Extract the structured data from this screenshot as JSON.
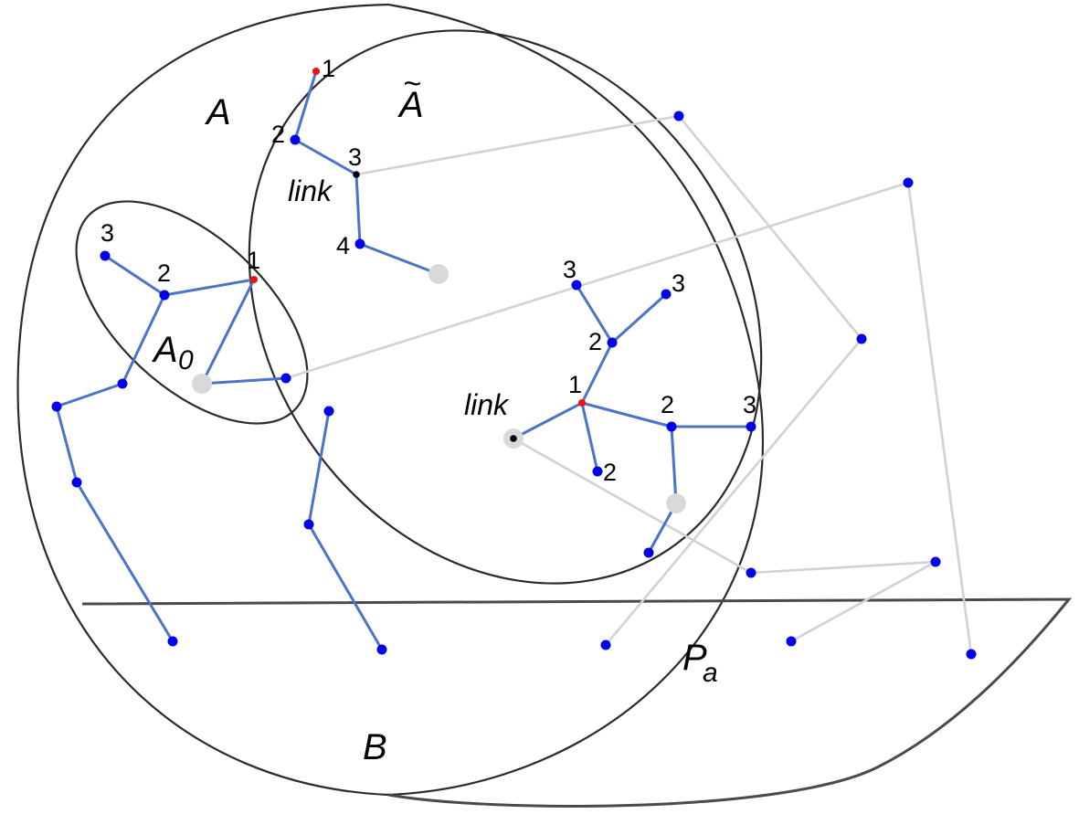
{
  "set_labels": {
    "A": "A",
    "A_tilde": "A",
    "A_tilde_mark": "~",
    "A0_base": "A",
    "A0_sub": "0",
    "B": "B",
    "Pa_base": "P",
    "Pa_sub": "a"
  },
  "link_labels": [
    "link",
    "link"
  ],
  "number_labels": [
    "1",
    "2",
    "3",
    "4",
    "3",
    "2",
    "1",
    "3",
    "3",
    "2",
    "1",
    "2",
    "3",
    "2"
  ],
  "colors": {
    "node_blue": "#0000ee",
    "node_red": "#ee1111",
    "node_black": "#000000",
    "node_gray": "#d9d9d9",
    "edge_blue": "#4a74c7",
    "edge_gray": "#d2d2d2",
    "outline": "#2b2b2b"
  }
}
